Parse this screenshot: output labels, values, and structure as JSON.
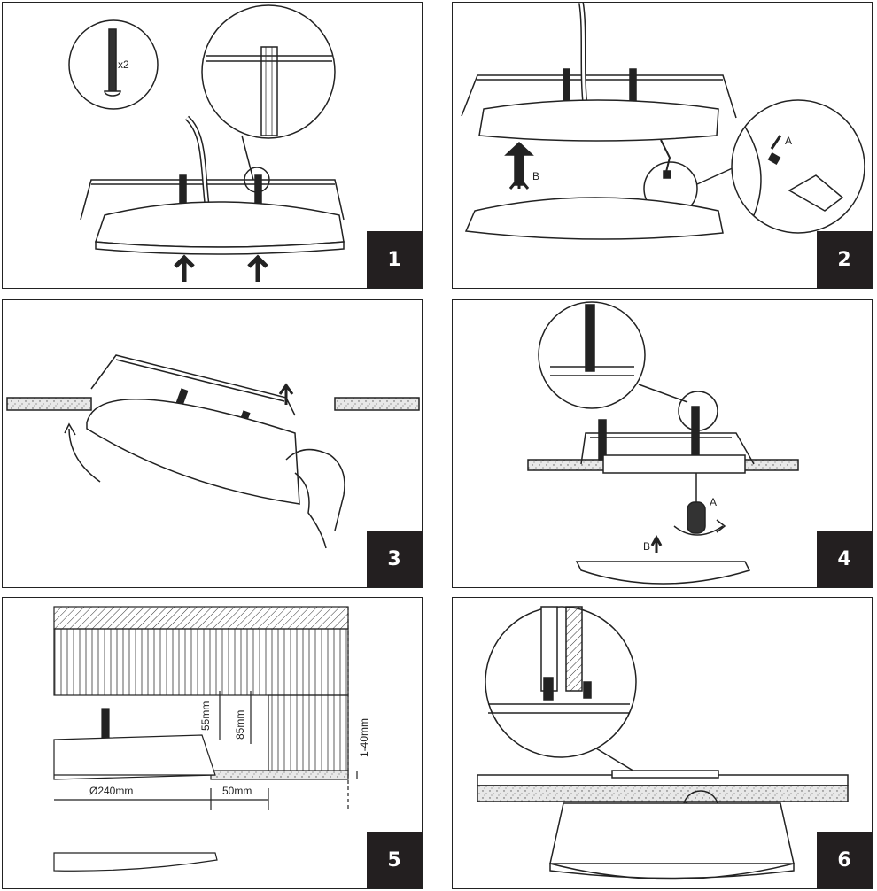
{
  "panels": [
    {
      "step": "1",
      "qty": "x2"
    },
    {
      "step": "2",
      "label_a": "A",
      "label_b": "B"
    },
    {
      "step": "3"
    },
    {
      "step": "4",
      "label_a": "A",
      "label_b": "B"
    },
    {
      "step": "5",
      "dim_55": "55mm",
      "dim_85": "85mm",
      "dim_1_40": "1-40mm",
      "dim_240": "Ø240mm",
      "dim_50": "50mm"
    },
    {
      "step": "6"
    }
  ],
  "colors": {
    "line": "#222222",
    "badge": "#231f20",
    "ceiling": "#cfcfcf"
  }
}
